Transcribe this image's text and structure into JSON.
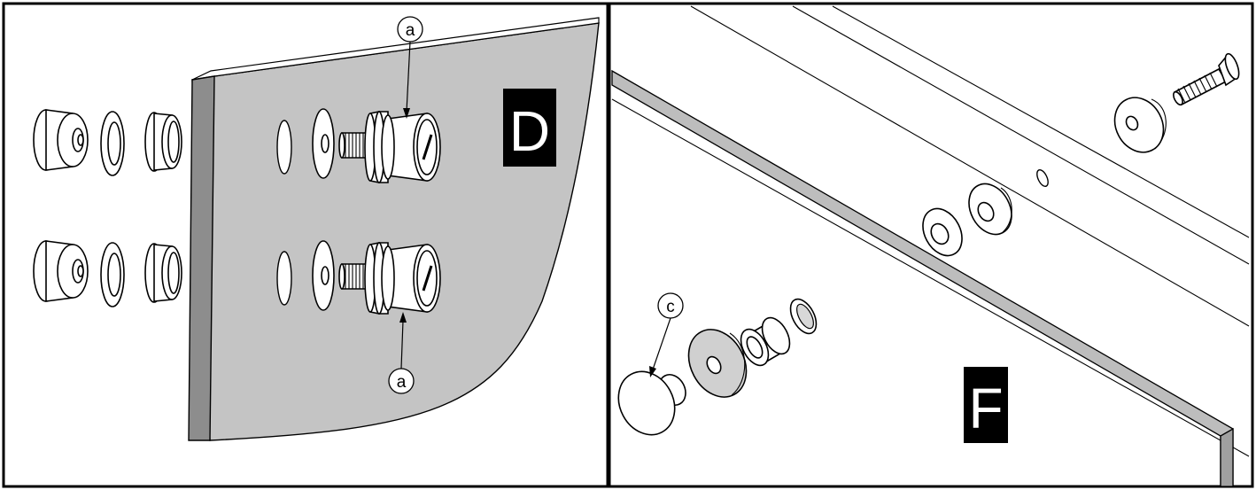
{
  "panels": [
    {
      "letter": "D",
      "callouts": [
        "a",
        "a"
      ]
    },
    {
      "letter": "F",
      "callouts": [
        "c"
      ]
    }
  ]
}
